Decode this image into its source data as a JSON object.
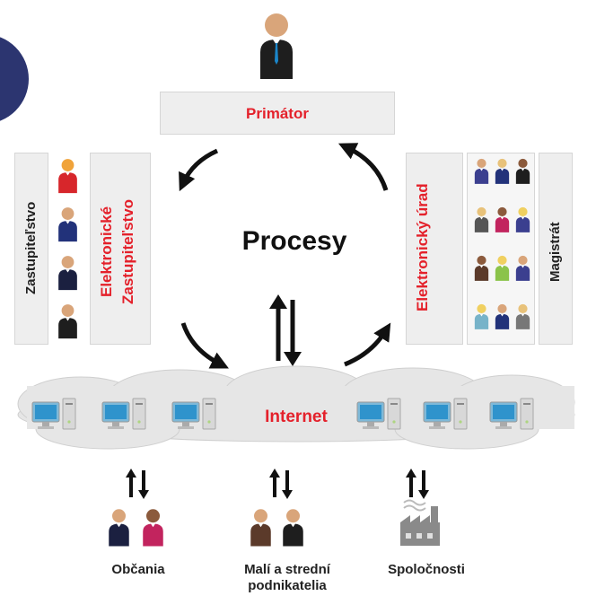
{
  "center": {
    "title": "Procesy"
  },
  "top_panel": {
    "label": "Primátor"
  },
  "left": {
    "outer_label": "Zastupiteľstvo",
    "inner_label_line1": "Elektronické",
    "inner_label_line2": "Zastupiteľstvo"
  },
  "right": {
    "inner_label_line1": "Elektronický",
    "inner_label_line2": "úrad",
    "outer_label": "Magistrát"
  },
  "cloud": {
    "label": "Internet"
  },
  "groups": [
    {
      "label_line1": "Občania",
      "label_line2": ""
    },
    {
      "label_line1": "Malí a strední",
      "label_line2": "podnikatelia"
    },
    {
      "label_line1": "Spoločnosti",
      "label_line2": ""
    }
  ],
  "colors": {
    "accent_red": "#e4212b",
    "panel_gray": "#eeeeee",
    "cloud_gray": "#e6e6e6",
    "navy_blob": "#2c3570",
    "text_dark": "#222222"
  },
  "icons": {
    "person": "person-icon",
    "computer": "computer-icon",
    "factory": "factory-icon",
    "cycle_arrow": "curved-arrow-icon",
    "exchange_arrows": "up-down-arrows-icon"
  }
}
